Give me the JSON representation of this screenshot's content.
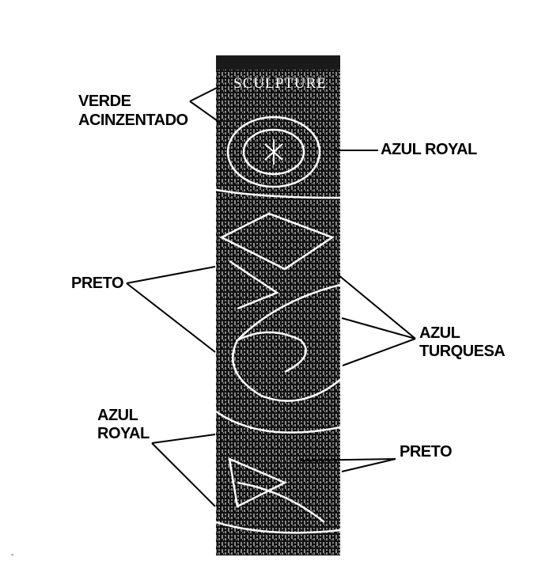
{
  "figure": {
    "header_text": "SCULPTURE"
  },
  "labels": {
    "verde_line1": "VERDE",
    "verde_line2": "ACINZENTADO",
    "azul_royal_top": "AZUL ROYAL",
    "preto_left": "PRETO",
    "azul_turquesa_line1": "AZUL",
    "azul_turquesa_line2": "TURQUESA",
    "azul_royal_line1": "AZUL",
    "azul_royal_line2": "ROYAL",
    "preto_right": "PRETO"
  },
  "colors": {
    "band": "#111111",
    "texture": "#ffffff",
    "lines": "#000000"
  },
  "page_mark": "-"
}
